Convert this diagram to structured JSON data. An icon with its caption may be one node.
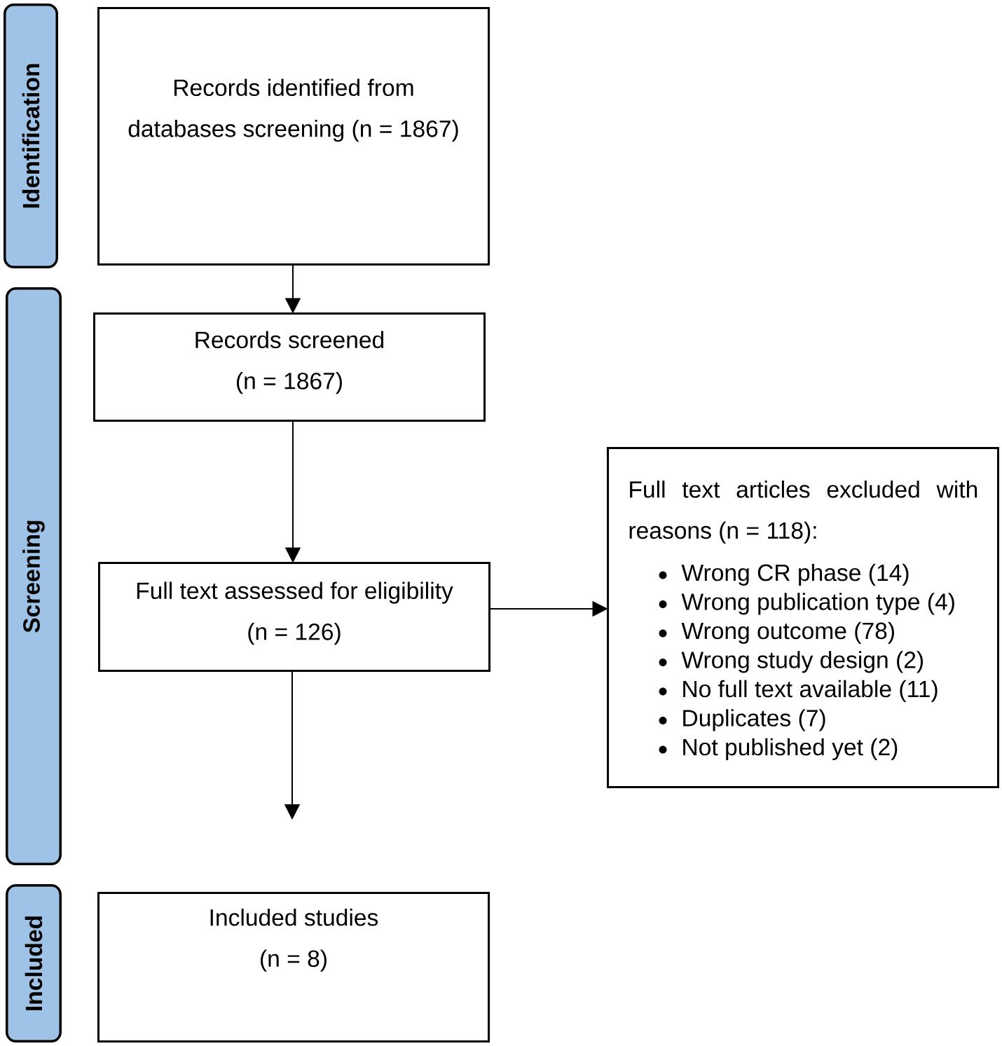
{
  "diagram": {
    "nodes": [
      {
        "text": [
          "Identification"
        ]
      },
      {
        "text": [
          "Records identified from databases screening (n = 1867)"
        ]
      },
      {
        "text": [
          "Screening"
        ]
      },
      {
        "text": [
          "Records screened (n = 1867)"
        ]
      },
      {
        "text": [
          "Full text assessed for eligibility (n = 126)"
        ]
      },
      {
        "text": [
          "Full text articles excluded with reasons (n = 118):",
          "Wrong CR phase (14)",
          "Wrong publication type (4)",
          "Wrong outcome (78)",
          "Wrong study design (2)",
          "No full text available (11)",
          "Duplicates (7)",
          "Not published yet (2)"
        ]
      },
      {
        "text": [
          "Included"
        ]
      },
      {
        "text": [
          "Included studies (n = 8)"
        ]
      }
    ],
    "edges": [
      {
        "from": 1,
        "to": 3,
        "arrow": "to"
      },
      {
        "from": 3,
        "to": 4,
        "arrow": "to"
      },
      {
        "from": 4,
        "to": 5,
        "arrow": "to"
      },
      {
        "from": 4,
        "to": null,
        "arrow": "to"
      }
    ]
  }
}
